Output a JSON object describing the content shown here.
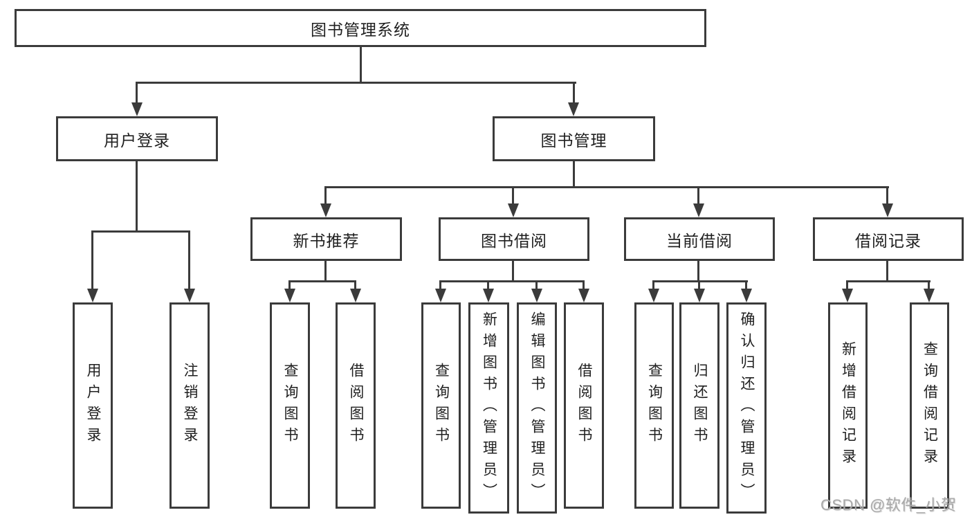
{
  "colors": {
    "line": "#3b3b3b",
    "text": "#1f1f1f",
    "background": "#ffffff",
    "watermark": "#a9a9a9"
  },
  "tree": {
    "root": {
      "label": "图书管理系统",
      "children": [
        {
          "label": "用户登录",
          "children": [
            {
              "label": "用户登录"
            },
            {
              "label": "注销登录"
            }
          ]
        },
        {
          "label": "图书管理",
          "children": [
            {
              "label": "新书推荐",
              "children": [
                {
                  "label": "查询图书"
                },
                {
                  "label": "借阅图书"
                }
              ]
            },
            {
              "label": "图书借阅",
              "children": [
                {
                  "label": "查询图书"
                },
                {
                  "label": "新增图书（管理员）"
                },
                {
                  "label": "编辑图书（管理员）"
                },
                {
                  "label": "借阅图书"
                }
              ]
            },
            {
              "label": "当前借阅",
              "children": [
                {
                  "label": "查询图书"
                },
                {
                  "label": "归还图书"
                },
                {
                  "label": "确认归还（管理员）"
                }
              ]
            },
            {
              "label": "借阅记录",
              "children": [
                {
                  "label": "新增借阅记录"
                },
                {
                  "label": "查询借阅记录"
                }
              ]
            }
          ]
        }
      ]
    }
  },
  "watermark": {
    "text": "CSDN @软件_小贺同学"
  }
}
